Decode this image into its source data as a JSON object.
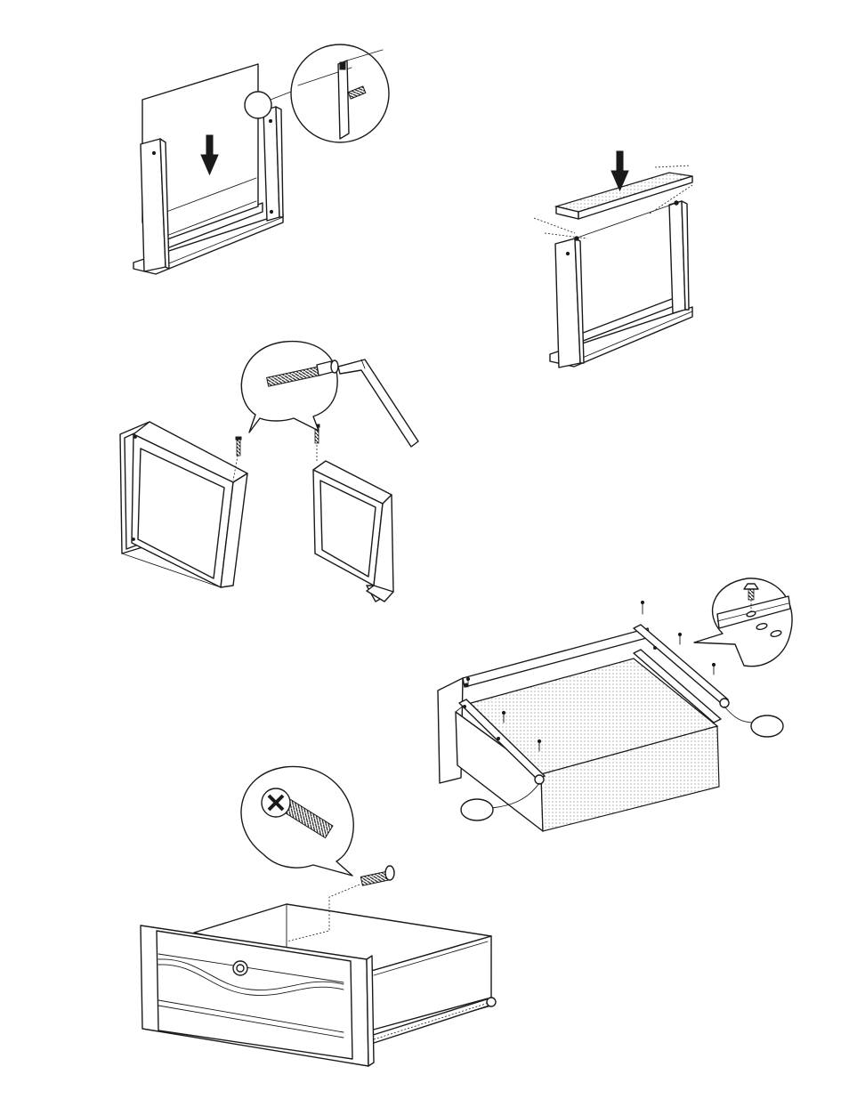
{
  "steps": [
    {
      "id": "back-panel-insert",
      "label": ""
    },
    {
      "id": "top-panel-install",
      "label": ""
    },
    {
      "id": "drawer-frame-assembly",
      "label": ""
    },
    {
      "id": "drawer-slide-install",
      "label": ""
    },
    {
      "id": "drawer-front-screw",
      "label": ""
    }
  ],
  "callouts": [],
  "colors": {
    "line": "#1a1a1a",
    "paper": "#ffffff",
    "shade": "#cfcfcf"
  }
}
